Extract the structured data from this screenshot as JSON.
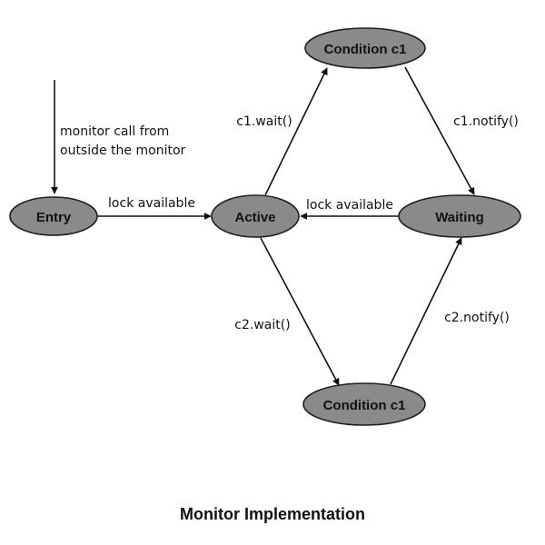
{
  "title": "Monitor Implementation",
  "colors": {
    "node_fill": "#8a8a8a",
    "node_stroke": "#1f1f1f",
    "line": "#111111"
  },
  "nodes": {
    "entry": "Entry",
    "active": "Active",
    "waiting": "Waiting",
    "condition_top": "Condition c1",
    "condition_bottom": "Condition c1"
  },
  "edges": {
    "external_call": [
      "monitor call from",
      "outside the monitor"
    ],
    "entry_to_active": "lock available",
    "waiting_to_active": "lock available",
    "active_to_condition_top": "c1.wait()",
    "condition_top_to_waiting": "c1.notify()",
    "active_to_condition_bottom": "c2.wait()",
    "condition_bottom_to_waiting": "c2.notify()"
  }
}
